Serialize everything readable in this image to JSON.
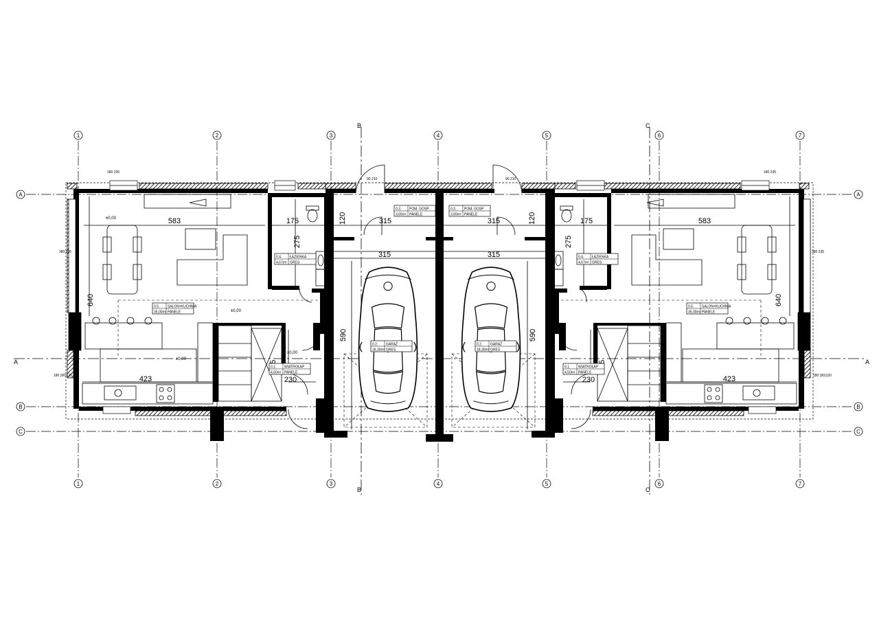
{
  "axes": {
    "columns": [
      "1",
      "2",
      "3",
      "4",
      "5",
      "6",
      "7"
    ],
    "rows": [
      "A",
      "B",
      "C"
    ],
    "sections": [
      "A",
      "B",
      "C"
    ]
  },
  "dimensions": {
    "salon_width": "583",
    "salon_depth": "640",
    "kitchen_width": "423",
    "bath_width": "175",
    "bath_depth": "275",
    "wc_depth": "120",
    "gosp_width": "315",
    "garage_width": "315",
    "garage_depth": "590",
    "stair_width": "230",
    "stair_depth": "235"
  },
  "levels": {
    "floor": "±0,00"
  },
  "window_marks": {
    "top": "180\n235",
    "door": "90\n210",
    "side": "380\n235",
    "front": "180\n(90)120"
  },
  "rooms": [
    {
      "id": "salon_left",
      "number": "0.5.",
      "name": "SALON+KUCHNIA",
      "area": "35,00m²",
      "finish": "PANELE"
    },
    {
      "id": "bath_left",
      "number": "0.4.",
      "name": "ŁAZIENKA",
      "area": "4,67m²",
      "finish": "GRES"
    },
    {
      "id": "gosp_left",
      "number": "0.3.",
      "name": "POM. GOSP.",
      "area": "3,65m²",
      "finish": "PANELE"
    },
    {
      "id": "garage_left",
      "number": "0.2.",
      "name": "GARAŻ",
      "area": "18,30m²",
      "finish": "GRES"
    },
    {
      "id": "hall_left",
      "number": "0.1.",
      "name": "WIATROŁAP",
      "area": "4,50m²",
      "finish": "PANELE"
    },
    {
      "id": "gosp_right",
      "number": "0.3.",
      "name": "POM. GOSP.",
      "area": "3,65m²",
      "finish": "PANELE"
    },
    {
      "id": "garage_right",
      "number": "0.2.",
      "name": "GARAŻ",
      "area": "18,30m²",
      "finish": "GRES"
    },
    {
      "id": "bath_right",
      "number": "0.4.",
      "name": "ŁAZIENKA",
      "area": "4,67m²",
      "finish": "GRES"
    },
    {
      "id": "hall_right",
      "number": "0.1.",
      "name": "WIATROŁAP",
      "area": "4,50m²",
      "finish": "PANELE"
    },
    {
      "id": "salon_right",
      "number": "0.5.",
      "name": "SALON+KUCHNIA",
      "area": "35,00m²",
      "finish": "PANELE"
    }
  ]
}
